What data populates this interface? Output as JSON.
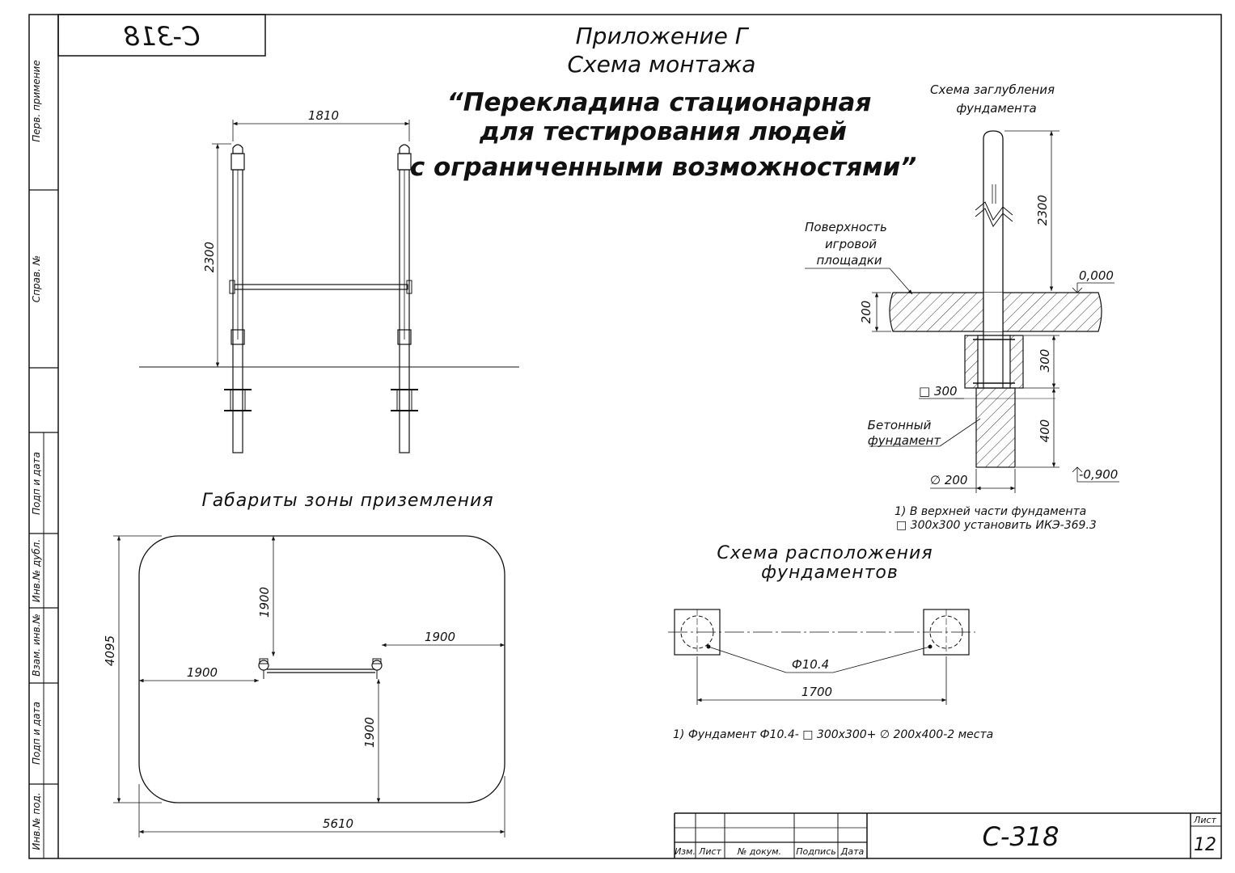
{
  "header": {
    "appendix": "Приложение Г",
    "scheme": "Схема монтажа",
    "product_line1": "“Перекладина стационарная",
    "product_line2": "для тестирования людей",
    "product_line3": "с ограниченными возможностями”",
    "code_mirrored": "С-318"
  },
  "side_stamp": {
    "labels": [
      "Перв. примение",
      "Справ. №",
      "Подп и дата",
      "Инв.№ дубл.",
      "Взам. инв.№",
      "Подп и дата",
      "Инв.№ под."
    ]
  },
  "front_view": {
    "width": "1810",
    "height": "2300"
  },
  "depth_scheme": {
    "title_line1": "Схема заглубления",
    "title_line2": "фундамента",
    "surface_label_line1": "Поверхность",
    "surface_label_line2": "игровой",
    "surface_label_line3": "площадки",
    "height_above": "2300",
    "level_top": "0,000",
    "surface_thickness": "200",
    "plate_height": "300",
    "square_size": "□ 300",
    "concrete_label_line1": "Бетонный",
    "concrete_label_line2": "фундамент",
    "pile_height": "400",
    "level_bottom": "-0,900",
    "diameter": "∅ 200",
    "note_line1": "1) В верхней части фундамента",
    "note_line2": "□ 300х300 установить ИКЭ-369.3"
  },
  "landing_zone": {
    "title": "Габариты зоны приземления",
    "height": "4095",
    "width": "5610",
    "top_margin": "1900",
    "bottom_margin": "1900",
    "left_margin": "1900",
    "right_margin": "1900"
  },
  "layout_scheme": {
    "title_line1": "Схема расположения",
    "title_line2": "фундаментов",
    "foundation_mark": "Ф10.4",
    "spacing": "1700",
    "note": "1) Фундамент Ф10.4- □ 300х300+ ∅ 200х400-2 места"
  },
  "title_block": {
    "columns": [
      "Изм.",
      "Лист",
      "№ докум.",
      "Подпись",
      "Дата"
    ],
    "code": "С-318",
    "sheet_label": "Лист",
    "sheet_number": "12"
  }
}
